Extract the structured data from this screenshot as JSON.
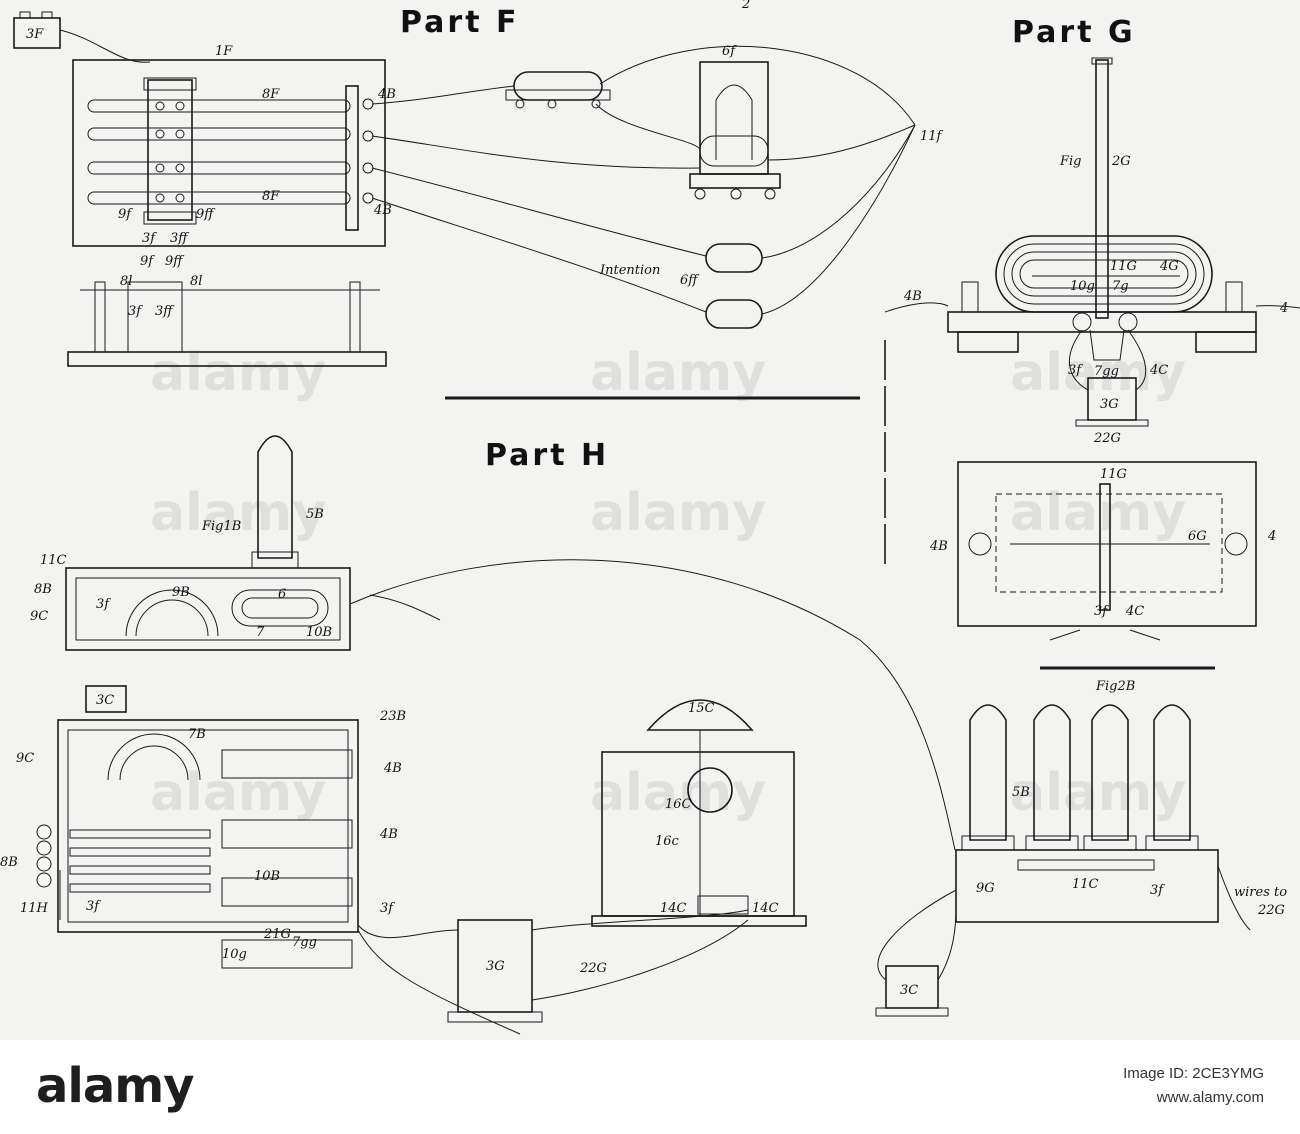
{
  "headings": {
    "part_f": "Part F",
    "part_g": "Part G",
    "part_h": "Part H"
  },
  "watermark": "alamy",
  "labels": {
    "3F": "3F",
    "1F": "1F",
    "2": "2",
    "8F_top": "8F",
    "8F_bottom": "8F",
    "4B_a": "4B",
    "4B_b": "4B",
    "9f": "9f",
    "9ff": "9ff",
    "3f": "3f",
    "3ff": "3ff",
    "6f": "6f",
    "11f": "11f",
    "6ff": "6ff",
    "intention": "Intention",
    "8l_a": "8l",
    "8l_b": "8l",
    "fig2G_fig": "Fig",
    "fig2G_num": "2G",
    "11G": "11G",
    "4G": "4G",
    "10g": "10g",
    "7g": "7g",
    "7gg": "7gg",
    "4B_g": "4B",
    "4_g": "4",
    "3f_g": "3f",
    "4C_g": "4C",
    "3G_g": "3G",
    "22G_g": "22G",
    "11G_b": "11G",
    "4B_gb": "4B",
    "6G": "6G",
    "4_gb": "4",
    "3f_gb": "3f",
    "4C_gb": "4C",
    "fig1B": "Fig1B",
    "5B": "5B",
    "11C": "11C",
    "8B": "8B",
    "9C": "9C",
    "9B": "9B",
    "3f_h": "3f",
    "6_h": "6",
    "7_h": "7",
    "10B": "10B",
    "3C_top": "3C",
    "7B": "7B",
    "23B": "23B",
    "4B_h1": "4B",
    "4B_h2": "4B",
    "9C_h": "9C",
    "8B_h": "8B",
    "11H": "11H",
    "3f_h2": "3f",
    "10B_h": "10B",
    "21G": "21G",
    "10g_h": "10g",
    "7gg_h": "7gg",
    "3f_h3": "3f",
    "15C": "15C",
    "16C": "16C",
    "16c": "16c",
    "14C_a": "14C",
    "14C_b": "14C",
    "3G_h": "3G",
    "22G_h": "22G",
    "fig2B": "Fig2B",
    "5B_b": "5B",
    "11C_b": "11C",
    "9G": "9G",
    "3f_b": "3f",
    "wires_to": "wires to",
    "22G_b": "22G",
    "3C_b": "3C"
  },
  "footer": {
    "logo": "alamy",
    "image_id_label": "Image ID: 2CE3YMG",
    "site": "www.alamy.com"
  }
}
